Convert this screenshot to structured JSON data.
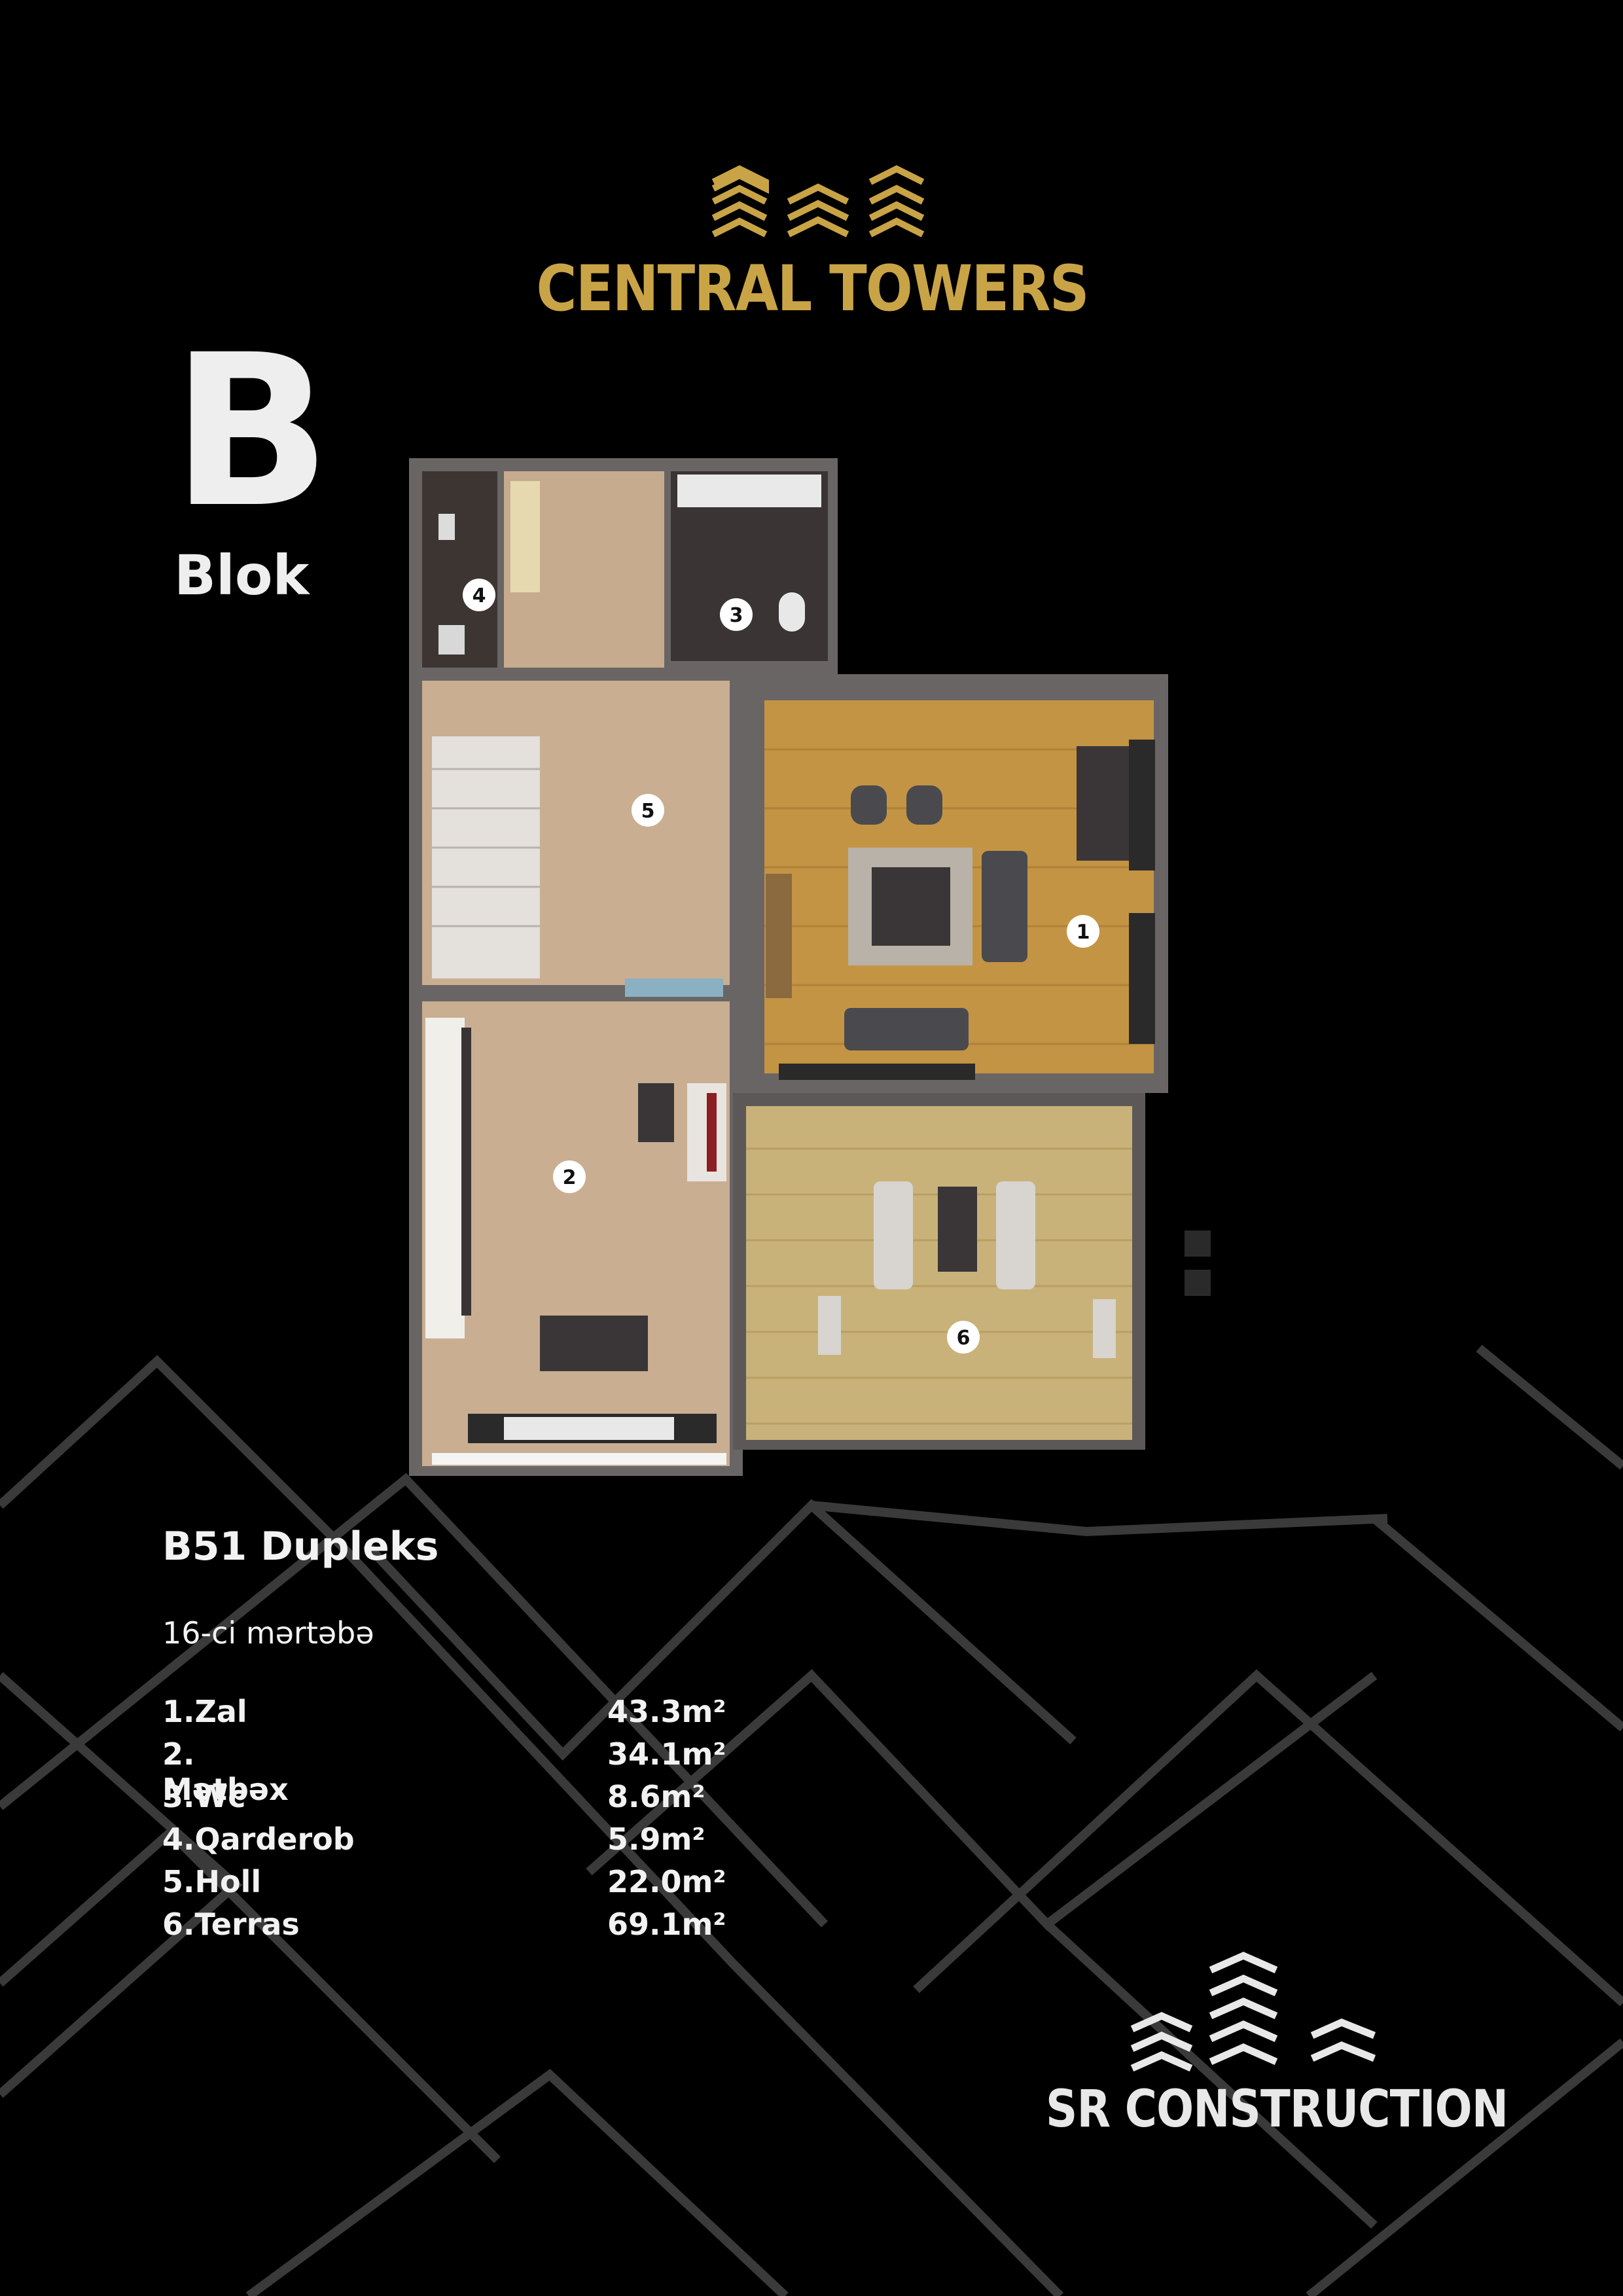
{
  "brand": {
    "name": "CENTRAL TOWERS",
    "color": "#c9a446",
    "logo_icon": "chevron-towers-logo-icon"
  },
  "block": {
    "letter": "B",
    "label": "Blok"
  },
  "plan": {
    "room_markers": [
      "1",
      "2",
      "3",
      "4",
      "5",
      "6"
    ]
  },
  "unit": {
    "title": "B51 Dupleks",
    "floor": "16-ci mərtəbə"
  },
  "rooms": [
    {
      "name": "1.Zal",
      "area": "43.3m²"
    },
    {
      "name": "2. Mətbəx",
      "area": "34.1m²"
    },
    {
      "name": "3.Wc",
      "area": "8.6m²"
    },
    {
      "name": "4.Qarderob",
      "area": "5.9m²"
    },
    {
      "name": "5.Holl",
      "area": "22.0m²"
    },
    {
      "name": "6.Terras",
      "area": "69.1m²"
    }
  ],
  "developer": {
    "name": "SR CONSTRUCTION",
    "logo_icon": "sr-chevron-logo-icon",
    "color": "#e8e8e8"
  }
}
